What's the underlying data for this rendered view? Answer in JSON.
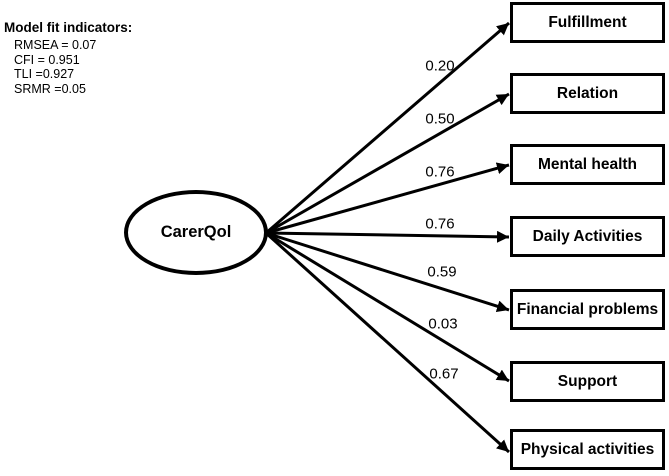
{
  "fit_indicators": {
    "title": "Model fit indicators:",
    "lines": [
      "RMSEA = 0.07",
      "CFI = 0.951",
      "TLI =0.927",
      "SRMR =0.05"
    ]
  },
  "latent_variable": {
    "label": "CarerQol"
  },
  "indicators": [
    {
      "label": "Fulfillment",
      "loading": "0.20"
    },
    {
      "label": "Relation",
      "loading": "0.50"
    },
    {
      "label": "Mental health",
      "loading": "0.76"
    },
    {
      "label": "Daily Activities",
      "loading": "0.76"
    },
    {
      "label": "Financial problems",
      "loading": "0.59"
    },
    {
      "label": "Support",
      "loading": "0.03"
    },
    {
      "label": "Physical activities",
      "loading": "0.67"
    }
  ],
  "colors": {
    "line": "#000000",
    "text": "#000000",
    "background": "#ffffff"
  }
}
